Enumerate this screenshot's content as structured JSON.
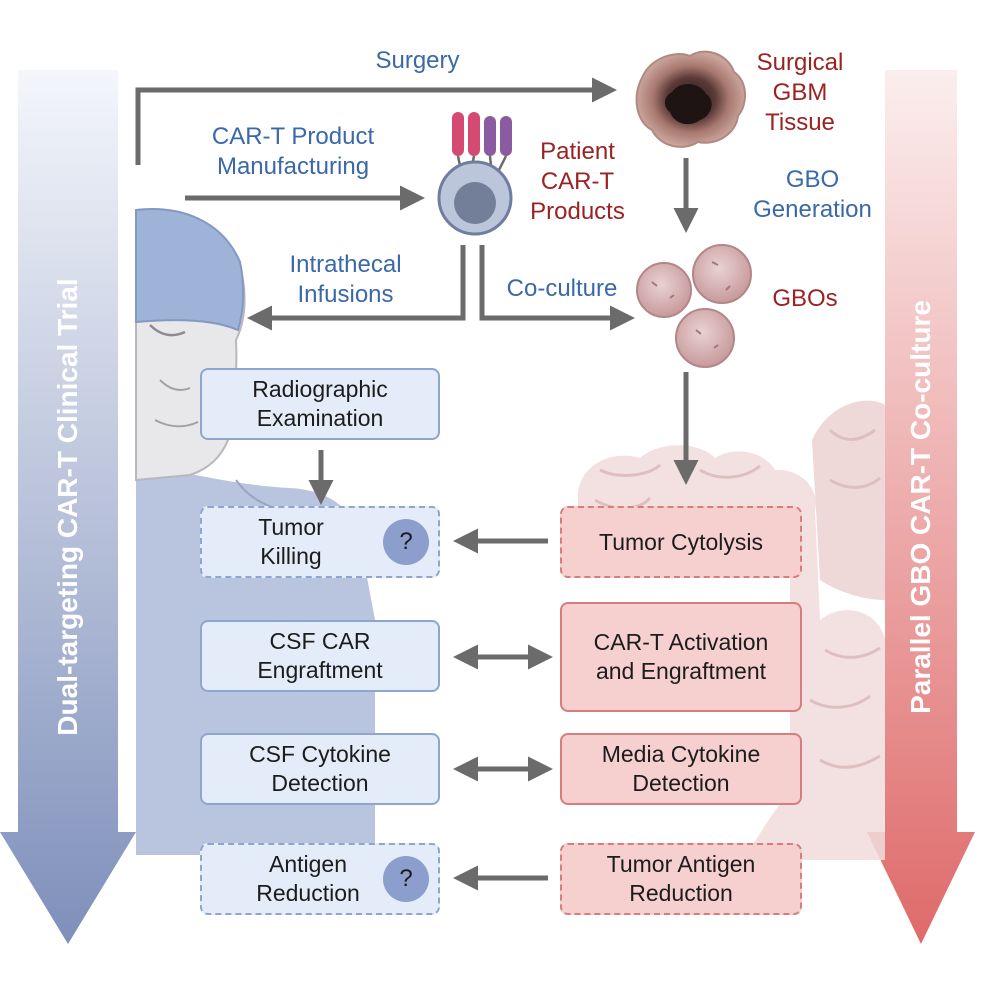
{
  "left_column_title": "Dual-targeting  CAR-T Clinical Trial",
  "right_column_title": "Parallel GBO CAR-T Co-culture",
  "labels": {
    "surgery": "Surgery",
    "manufacturing": "CAR-T Product\nManufacturing",
    "surgical_tissue": "Surgical\nGBM\nTissue",
    "patient_products": "Patient\nCAR-T\nProducts",
    "gbo_generation": "GBO\nGeneration",
    "intrathecal": "Intrathecal\nInfusions",
    "coculture": "Co-culture",
    "gbos": "GBOs"
  },
  "clinical_boxes": [
    {
      "text": "Radiographic\nExamination"
    },
    {
      "text": "Tumor\nKilling",
      "badge": "?"
    },
    {
      "text": "CSF CAR\nEngraftment"
    },
    {
      "text": "CSF Cytokine\nDetection"
    },
    {
      "text": "Antigen\nReduction",
      "badge": "?"
    }
  ],
  "gbo_boxes": [
    {
      "text": "Tumor Cytolysis"
    },
    {
      "text": "CAR-T Activation\nand Engraftment"
    },
    {
      "text": "Media Cytokine\nDetection"
    },
    {
      "text": "Tumor Antigen\nReduction"
    }
  ],
  "colors": {
    "clinical_arrow_top": "#f4f6fb",
    "clinical_arrow_bottom": "#7e8fba",
    "gbo_arrow_top": "#fbeeee",
    "gbo_arrow_bottom": "#df6a6a",
    "connector": "#6b6b6b",
    "label_blue": "#3a68a8",
    "label_red": "#9b2222",
    "box_blue_fill": "#e3ecf8",
    "box_blue_border": "#8ea6cf",
    "box_red_fill": "#f6cfcf",
    "box_red_border": "#d87c7c"
  },
  "icons": [
    "patient-figure-icon",
    "car-t-cell-icon",
    "gbm-tissue-icon",
    "gbo-organoid-icon",
    "brain-tissue-icon"
  ]
}
